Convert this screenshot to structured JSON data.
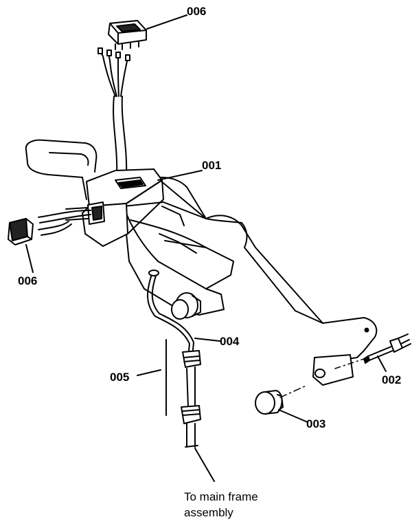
{
  "labels": {
    "switch_top": "006",
    "handle": "001",
    "switch_left": "006",
    "cable": "004",
    "cable_assembly": "005",
    "pin": "002",
    "knob": "003"
  },
  "caption": {
    "line1": "To main frame",
    "line2": "assembly"
  }
}
